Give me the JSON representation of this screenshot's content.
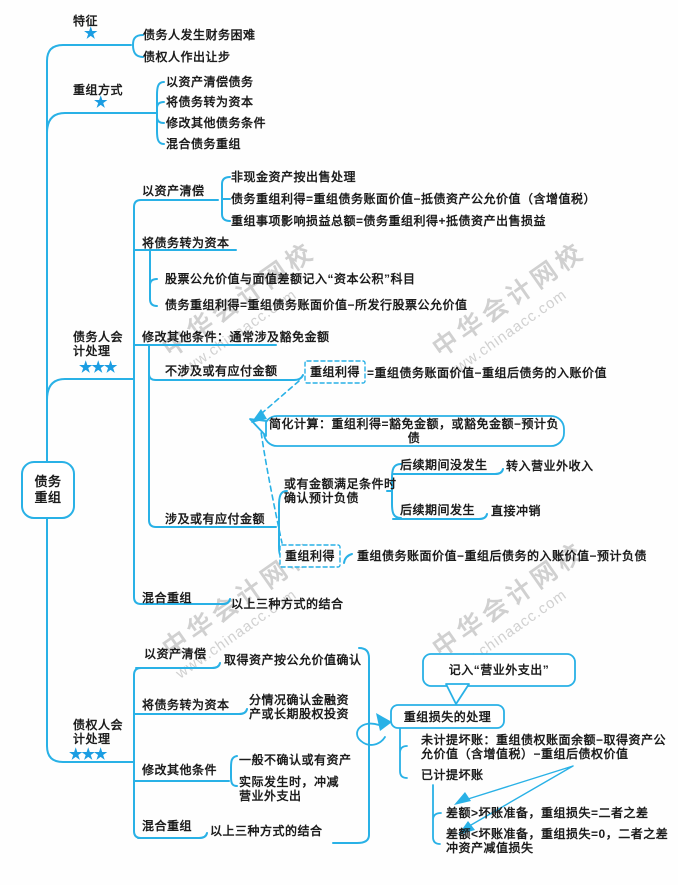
{
  "watermark": {
    "brand": "中华会计网校",
    "url": "www.chinaacc.com"
  },
  "colors": {
    "line": "#29b1e6",
    "star": "#1b9de2",
    "text": "#1c1c1c",
    "watermark": "#c9c9c9"
  },
  "stars": {
    "one": "★",
    "three": "★★★"
  },
  "nodes": {
    "root": {
      "text": "债务\n重组"
    },
    "tezheng": {
      "text": "特征"
    },
    "tz1": {
      "text": "债务人发生财务困难"
    },
    "tz2": {
      "text": "债权人作出让步"
    },
    "fangshi": {
      "text": "重组方式"
    },
    "fs1": {
      "text": "以资产清偿债务"
    },
    "fs2": {
      "text": "将债务转为资本"
    },
    "fs3": {
      "text": "修改其他债务条件"
    },
    "fs4": {
      "text": "混合债务重组"
    },
    "debtor": {
      "text": "债务人会\n计处理"
    },
    "d_asset": {
      "text": "以资产清偿"
    },
    "d_a1": {
      "text": "非现金资产按出售处理"
    },
    "d_a2": {
      "text": "债务重组利得=重组债务账面价值−抵债资产公允价值（含增值税）"
    },
    "d_a3": {
      "text": "重组事项影响损益总额=债务重组利得+抵债资产出售损益"
    },
    "d_capital": {
      "text": "将债务转为资本"
    },
    "d_c1": {
      "text": "股票公允价值与面值差额记入“资本公积”科目"
    },
    "d_c2": {
      "text": "债务重组利得=重组债务账面价值−所发行股票公允价值"
    },
    "d_modify": {
      "text": "修改其他条件：通常涉及豁免金额"
    },
    "d_m1": {
      "text": "不涉及或有应付金额"
    },
    "d_m1_gain": {
      "text": "重组利得"
    },
    "d_m1_f": {
      "text": "=重组债务账面价值−重组后债务的入账价值"
    },
    "d_simplify": {
      "text": "简化计算：重组利得=豁免金额，或豁免金额−预计负债"
    },
    "d_m2": {
      "text": "涉及或有应付金额"
    },
    "d_m2_c1": {
      "text": "或有金额满足条件时\n确认预计负债"
    },
    "d_m2_c1a": {
      "text": "后续期间没发生"
    },
    "d_m2_c1a_r": {
      "text": "转入营业外收入"
    },
    "d_m2_c1b": {
      "text": "后续期间发生"
    },
    "d_m2_c1b_r": {
      "text": "直接冲销"
    },
    "d_m2_gain": {
      "text": "重组利得"
    },
    "d_m2_gain_f": {
      "text": "重组债务账面价值−重组后债务的入账价值−预计负债"
    },
    "d_mix": {
      "text": "混合重组"
    },
    "d_mix_r": {
      "text": "以上三种方式的结合"
    },
    "creditor": {
      "text": "债权人会\n计处理"
    },
    "c_asset": {
      "text": "以资产清偿"
    },
    "c_asset_r": {
      "text": "取得资产按公允价值确认"
    },
    "c_capital": {
      "text": "将债务转为资本"
    },
    "c_capital_r": {
      "text": "分情况确认金融资\n产或长期股权投资"
    },
    "c_modify": {
      "text": "修改其他条件"
    },
    "c_m1": {
      "text": "一般不确认或有资产"
    },
    "c_m2": {
      "text": "实际发生时，冲减\n营业外支出"
    },
    "c_mix": {
      "text": "混合重组"
    },
    "c_mix_r": {
      "text": "以上三种方式的结合"
    },
    "callout": {
      "text": "记入“营业外支出”"
    },
    "loss": {
      "text": "重组损失的处理"
    },
    "loss1": {
      "text": "未计提坏账：重组债权账面余额−取得资产公\n允价值（含增值税）−重组后债权价值"
    },
    "loss2": {
      "text": "已计提坏账"
    },
    "loss2a": {
      "text": "差额>坏账准备，重组损失=二者之差"
    },
    "loss2b": {
      "text": "差额<坏账准备，重组损失=0，二者之差\n冲资产减值损失"
    }
  }
}
